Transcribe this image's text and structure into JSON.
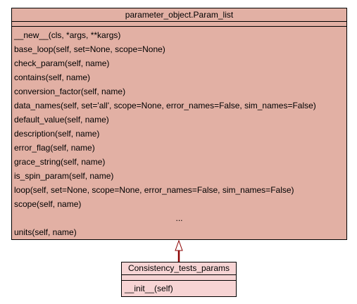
{
  "parent_class": {
    "name": "parameter_object.Param_list",
    "methods": [
      "__new__(cls, *args, **kargs)",
      "base_loop(self, set=None, scope=None)",
      "check_param(self, name)",
      "contains(self, name)",
      "conversion_factor(self, name)",
      "data_names(self, set='all', scope=None, error_names=False, sim_names=False)",
      "default_value(self, name)",
      "description(self, name)",
      "error_flag(self, name)",
      "grace_string(self, name)",
      "is_spin_param(self, name)",
      "loop(self, set=None, scope=None, error_names=False, sim_names=False)",
      "scope(self, name)",
      "...",
      "units(self, name)"
    ]
  },
  "child_class": {
    "name": "Consistency_tests_params",
    "methods": [
      "__init__(self)"
    ]
  },
  "colors": {
    "parent_fill": "#e2b0a4",
    "child_fill": "#f7d4d4",
    "inheritance_arrow": "#8b0000"
  }
}
